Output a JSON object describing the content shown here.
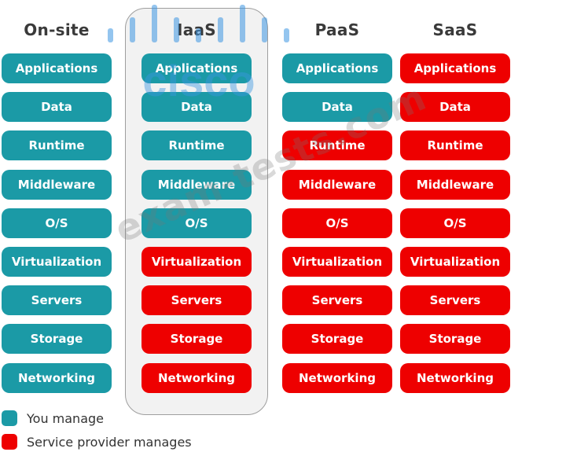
{
  "columns": [
    {
      "title": "On-site",
      "layers": [
        "you",
        "you",
        "you",
        "you",
        "you",
        "you",
        "you",
        "you",
        "you"
      ]
    },
    {
      "title": "IaaS",
      "layers": [
        "you",
        "you",
        "you",
        "you",
        "you",
        "provider",
        "provider",
        "provider",
        "provider"
      ]
    },
    {
      "title": "PaaS",
      "layers": [
        "you",
        "you",
        "provider",
        "provider",
        "provider",
        "provider",
        "provider",
        "provider",
        "provider"
      ]
    },
    {
      "title": "SaaS",
      "layers": [
        "provider",
        "provider",
        "provider",
        "provider",
        "provider",
        "provider",
        "provider",
        "provider",
        "provider"
      ]
    }
  ],
  "layer_labels": [
    "Applications",
    "Data",
    "Runtime",
    "Middleware",
    "O/S",
    "Virtualization",
    "Servers",
    "Storage",
    "Networking"
  ],
  "legend": {
    "you": "You manage",
    "provider": "Service provider manages"
  },
  "colors": {
    "you": "#1b9aa6",
    "provider": "#ee0000"
  },
  "watermarks": {
    "brand": "cisco",
    "site": "exam-tests.com"
  }
}
